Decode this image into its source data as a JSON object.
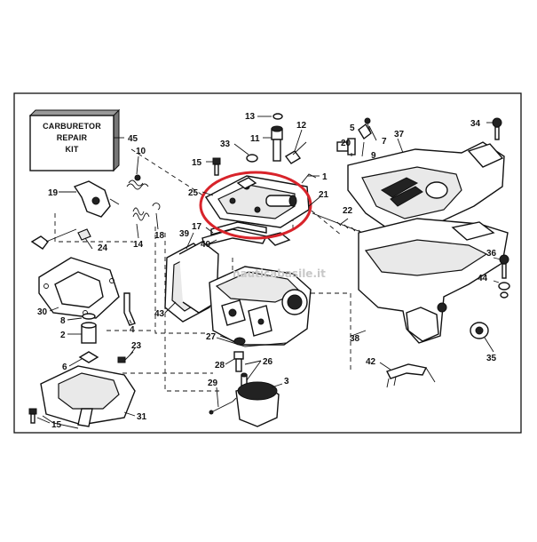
{
  "kit_label": {
    "line1": "CARBURETOR",
    "line2": "REPAIR",
    "line3": "KIT"
  },
  "watermark": "nauticabasile.it",
  "callouts": {
    "n1": "1",
    "n2": "2",
    "n3": "3",
    "n4": "4",
    "n5": "5",
    "n6": "6",
    "n7": "7",
    "n8": "8",
    "n9": "9",
    "n10": "10",
    "n11": "11",
    "n12": "12",
    "n13": "13",
    "n14": "14",
    "n15a": "15",
    "n15b": "15",
    "n17": "17",
    "n18": "18",
    "n19": "19",
    "n20": "20",
    "n21": "21",
    "n22": "22",
    "n23": "23",
    "n24": "24",
    "n25": "25",
    "n26": "26",
    "n27": "27",
    "n28": "28",
    "n29": "29",
    "n30": "30",
    "n31": "31",
    "n33": "33",
    "n34": "34",
    "n35": "35",
    "n36": "36",
    "n37": "37",
    "n38": "38",
    "n39": "39",
    "n40": "40",
    "n42": "42",
    "n43": "43",
    "n44": "44",
    "n45": "45"
  },
  "highlight_color": "#d8232a"
}
